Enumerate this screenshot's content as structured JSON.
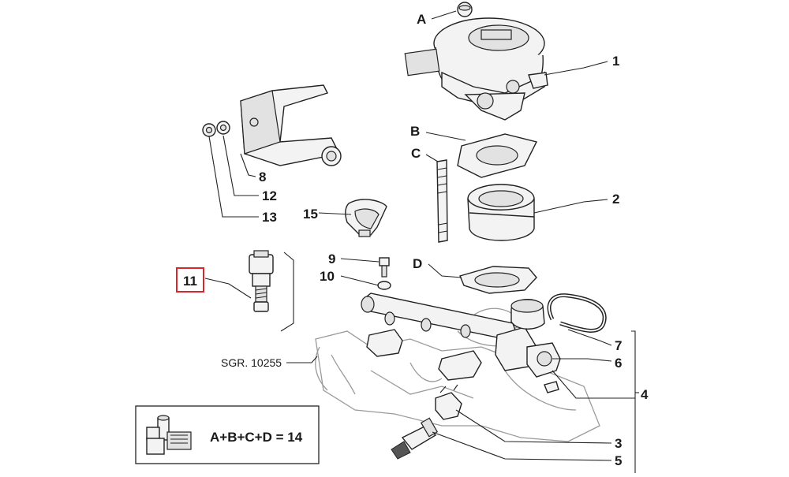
{
  "colors": {
    "line": "#222222",
    "highlight": "#d8262b",
    "background": "#ffffff"
  },
  "callouts": {
    "A": "A",
    "B": "B",
    "C": "C",
    "D": "D",
    "n1": "1",
    "n2": "2",
    "n3": "3",
    "n4": "4",
    "n5": "5",
    "n6": "6",
    "n7": "7",
    "n8": "8",
    "n9": "9",
    "n10": "10",
    "n11": "11",
    "n12": "12",
    "n13": "13",
    "n15": "15"
  },
  "reference": "SGR. 10255",
  "kit_formula": "A+B+C+D = 14",
  "highlighted_callout": "11"
}
